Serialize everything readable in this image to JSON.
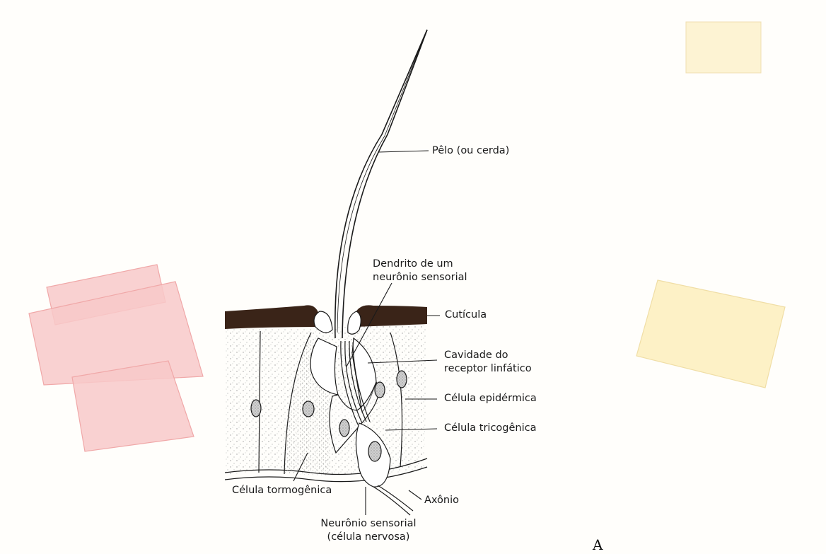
{
  "labels": {
    "hair": "Pêlo (ou cerda)",
    "dendrite_line1": "Dendrito de um",
    "dendrite_line2": "neurônio sensorial",
    "cuticle": "Cutícula",
    "cavity_line1": "Cavidade do",
    "cavity_line2": "receptor linfático",
    "epidermal": "Célula epidérmica",
    "trichogen": "Célula tricogênica",
    "tormogen": "Célula tormogênica",
    "axon": "Axônio",
    "neuron_line1": "Neurônio sensorial",
    "neuron_line2": "(célula nervosa)"
  },
  "panel_letter": "A",
  "colors": {
    "ink": "#1a1a1a",
    "cuticle": "#3a2418",
    "stipple": "#9a9a9a",
    "nucleus_fill": "#c8c8c8",
    "pink_shape": "#f8c9c9",
    "yellow_shape": "#fdf1c6",
    "yellow_shape_small": "#fdf3d3"
  }
}
